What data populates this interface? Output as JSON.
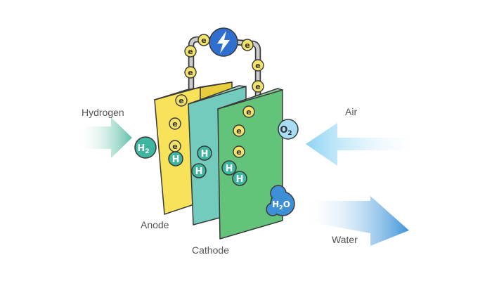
{
  "labels": {
    "hydrogen": "Hydrogen",
    "air": "Air",
    "water": "Water",
    "anode": "Anode",
    "cathode": "Cathode"
  },
  "symbols": {
    "electron": "e",
    "proton": "H",
    "h2_base": "H",
    "h2_sub": "2",
    "o2_base": "O",
    "o2_sub": "2",
    "h2o_h": "H",
    "h2o_sub": "2",
    "h2o_o": "O"
  },
  "icons": {
    "power_source": "lightning-bolt-icon"
  },
  "colors": {
    "anode": "#f8e25a",
    "electrolyte": "#72cbbc",
    "cathode": "#63c37a",
    "electron_fill": "#f4e36b",
    "proton_fill": "#3fb7a0",
    "oxygen_fill": "#a9dcf5",
    "water_fill": "#3d8fd6",
    "power_fill": "#2f6fcf",
    "outline": "#3a3a3a",
    "wire": "#c7c7c7"
  }
}
